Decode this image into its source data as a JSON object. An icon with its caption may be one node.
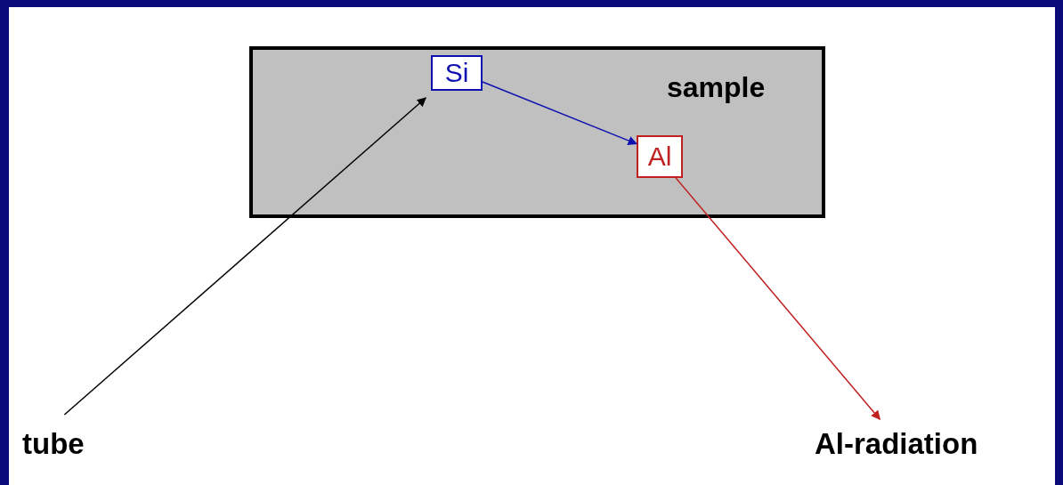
{
  "diagram": {
    "nodes": [
      {
        "text": [
          "sample"
        ]
      },
      {
        "text": [
          "Si"
        ],
        "in": 0
      },
      {
        "text": [
          "Al"
        ],
        "in": 0
      },
      {
        "text": [
          "tube"
        ]
      },
      {
        "text": [
          "Al-radiation"
        ]
      }
    ],
    "edges": [
      {
        "from": 3,
        "to": 1,
        "arrow": "to",
        "color": "#000000"
      },
      {
        "from": 1,
        "to": 2,
        "arrow": "to",
        "color": "#1010b0"
      },
      {
        "from": 2,
        "to": 4,
        "arrow": "to",
        "color": "#c02020"
      }
    ]
  }
}
